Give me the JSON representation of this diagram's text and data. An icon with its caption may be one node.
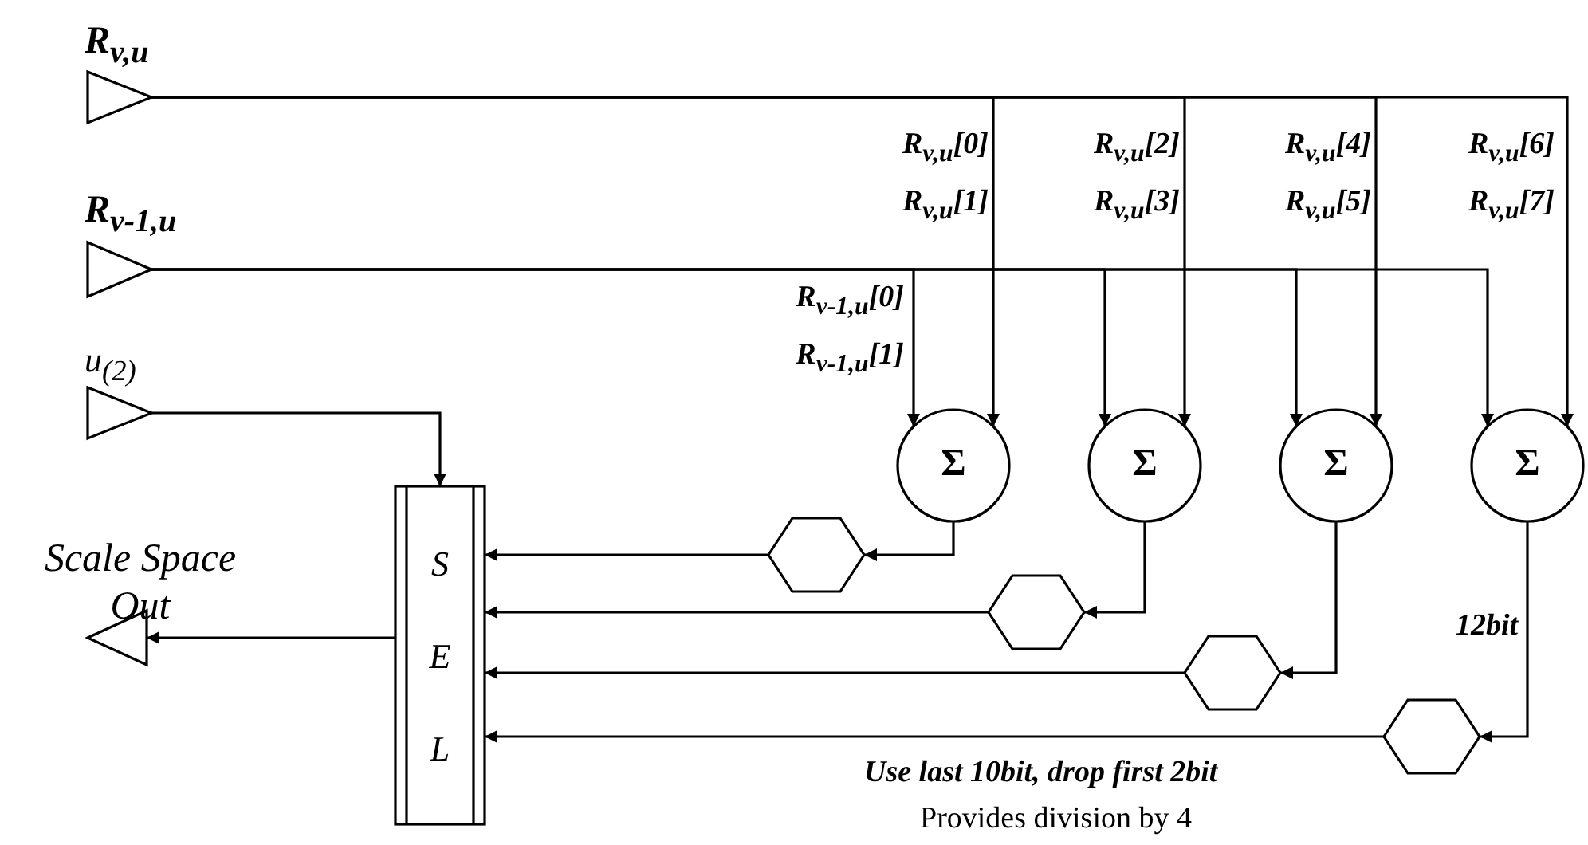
{
  "diagram": {
    "nodes": [
      {
        "text": [
          "R$_{v,u}$"
        ]
      },
      {
        "text": [
          "R$_{v-1,u}$"
        ]
      },
      {
        "text": [
          "u$_{(2)}$"
        ]
      },
      {
        "text": [
          "Scale Space Out"
        ]
      },
      {
        "text": [
          "S E L"
        ]
      },
      {
        "text": [
          "Σ"
        ]
      },
      {
        "text": [
          "Σ"
        ]
      },
      {
        "text": [
          "Σ"
        ]
      },
      {
        "text": [
          "Σ"
        ]
      },
      {
        "text": [],
        "shape": "hexagon"
      },
      {
        "text": [],
        "shape": "hexagon"
      },
      {
        "text": [],
        "shape": "hexagon"
      },
      {
        "text": [],
        "shape": "hexagon"
      }
    ],
    "edges": [
      {
        "from": 0,
        "to": 5,
        "arrow": "to",
        "label": "R$_{v,u}$[0] R$_{v,u}$[1]"
      },
      {
        "from": 0,
        "to": 6,
        "arrow": "to",
        "label": "R$_{v,u}$[2] R$_{v,u}$[3]"
      },
      {
        "from": 0,
        "to": 7,
        "arrow": "to",
        "label": "R$_{v,u}$[4] R$_{v,u}$[5]"
      },
      {
        "from": 0,
        "to": 8,
        "arrow": "to",
        "label": "R$_{v,u}$[6] R$_{v,u}$[7]"
      },
      {
        "from": 1,
        "to": 5,
        "arrow": "to",
        "label": "R$_{v-1,u}$[0] R$_{v-1,u}$[1]"
      },
      {
        "from": 1,
        "to": 6,
        "arrow": "to"
      },
      {
        "from": 1,
        "to": 7,
        "arrow": "to"
      },
      {
        "from": 1,
        "to": 8,
        "arrow": "to"
      },
      {
        "from": 2,
        "to": 4,
        "arrow": "to"
      },
      {
        "from": 5,
        "to": 9,
        "arrow": "to"
      },
      {
        "from": 6,
        "to": 10,
        "arrow": "to"
      },
      {
        "from": 7,
        "to": 11,
        "arrow": "to"
      },
      {
        "from": 8,
        "to": 12,
        "arrow": "to",
        "label": "12bit"
      },
      {
        "from": 9,
        "to": 4,
        "arrow": "to"
      },
      {
        "from": 10,
        "to": 4,
        "arrow": "to"
      },
      {
        "from": 11,
        "to": 4,
        "arrow": "to"
      },
      {
        "from": 12,
        "to": 4,
        "arrow": "to"
      },
      {
        "from": 4,
        "to": 3,
        "arrow": "to"
      }
    ],
    "labels": [
      "Use last 10bit, drop first 2bit",
      "Provides division by 4"
    ]
  }
}
